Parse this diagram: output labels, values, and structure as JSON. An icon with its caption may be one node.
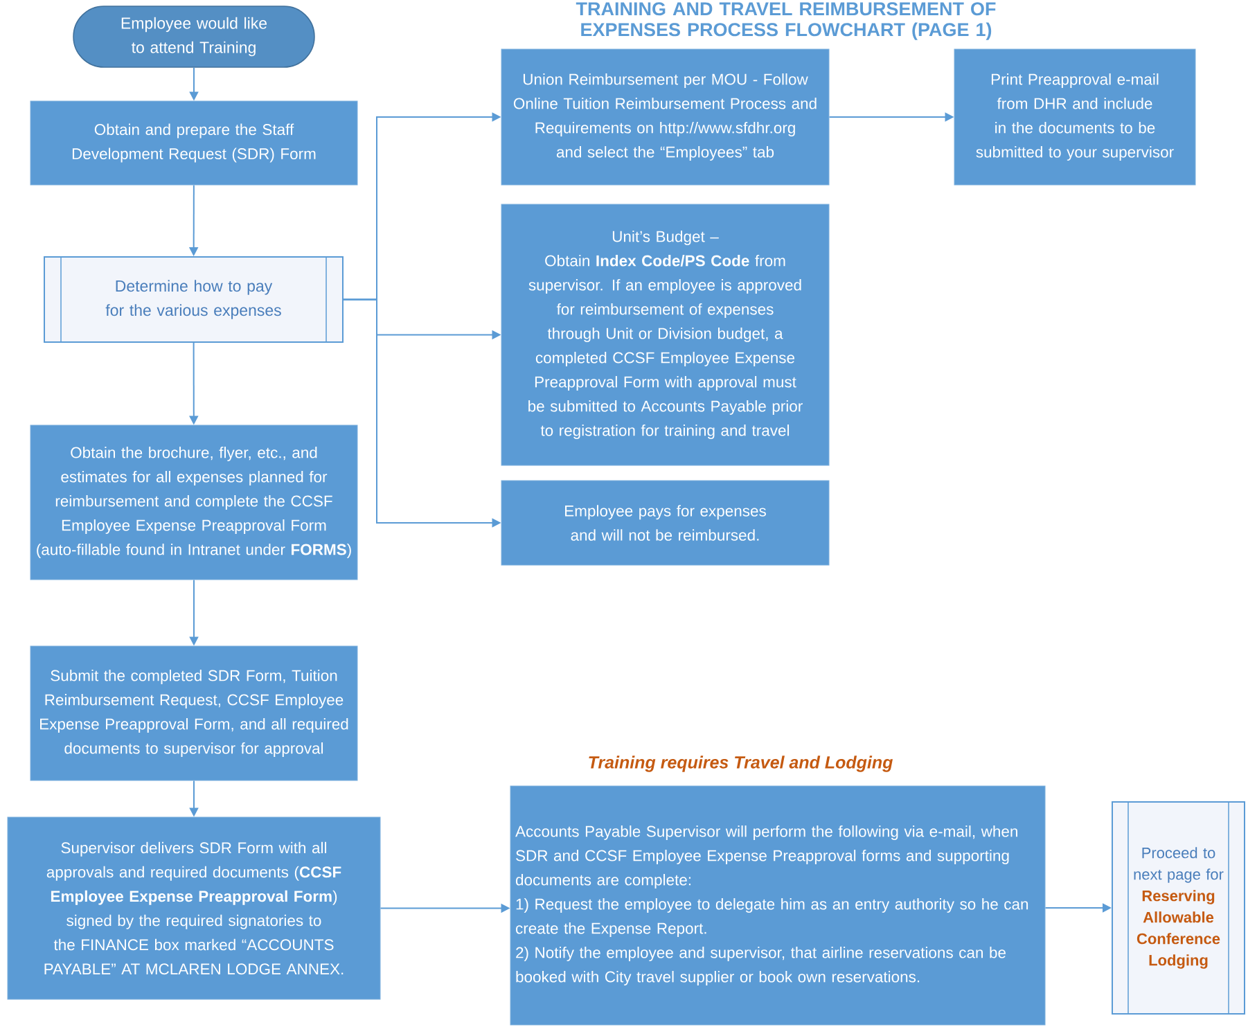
{
  "diagram": {
    "title": "TRAINING AND TRAVEL REIMBURSEMENT OF EXPENSES PROCESS FLOWCHART (PAGE 1)",
    "nodes": [
      {
        "text": [
          "Employee would like to attend Training"
        ]
      },
      {
        "text": [
          "Obtain and prepare the Staff Development Request (SDR) Form"
        ]
      },
      {
        "text": [
          "Determine how to pay for the various expenses"
        ]
      },
      {
        "text": [
          "Obtain the brochure, flyer, etc., and estimates for all expenses planned for reimbursement and complete the CCSF Employee Expense Preapproval Form (auto-fillable found in Intranet under **FORMS**)"
        ]
      },
      {
        "text": [
          "Submit the completed SDR Form, Tuition Reimbursement Request, CCSF Employee Expense Preapproval Form, and all required documents to supervisor for approval"
        ]
      },
      {
        "text": [
          "Supervisor delivers SDR Form with all approvals and required documents (**CCSF Employee Expense Preapproval Form**) signed by the required signatories to the FINANCE box marked “ACCOUNTS PAYABLE” AT MCLAREN LODGE ANNEX."
        ]
      },
      {
        "text": [
          "Union Reimbursement per MOU - Follow Online Tuition Reimbursement Process and Requirements on http://www.sfdhr.org and select the “Employees” tab"
        ]
      },
      {
        "text": [
          "Print Preapproval e-mail from DHR and include in the documents to be submitted to your supervisor"
        ]
      },
      {
        "text": [
          "Unit’s Budget –",
          "Obtain **Index Code/PS Code** from supervisor. If an employee is approved for reimbursement of expenses through Unit or Division budget, a completed CCSF Employee Expense Preapproval Form with approval must be submitted to Accounts Payable prior to registration for training and travel"
        ]
      },
      {
        "text": [
          "Employee pays for expenses and will not be reimbursed."
        ]
      },
      {
        "text": [
          "Accounts Payable Supervisor will perform the following via e-mail, when SDR and CCSF Employee Expense Preapproval forms and supporting documents are complete:",
          "1) Request the employee to delegate him as an entry authority so he can create the Expense Report.",
          "2) Notify the employee and supervisor, that airline reservations can be booked with City travel supplier or book own reservations."
        ]
      },
      {
        "text": [
          "Proceed to next page for",
          "Reserving Allowable Conference Lodging"
        ]
      }
    ],
    "edges": [
      {
        "from": 0,
        "to": 1,
        "arrow": "to"
      },
      {
        "from": 1,
        "to": 2,
        "arrow": "to"
      },
      {
        "from": 2,
        "to": 3,
        "arrow": "to"
      },
      {
        "from": 3,
        "to": 4,
        "arrow": "to"
      },
      {
        "from": 4,
        "to": 5,
        "arrow": "to"
      },
      {
        "from": 2,
        "to": 6,
        "arrow": "to"
      },
      {
        "from": 2,
        "to": 8,
        "arrow": "to"
      },
      {
        "from": 2,
        "to": 9,
        "arrow": "to"
      },
      {
        "from": 6,
        "to": 7,
        "arrow": "to"
      },
      {
        "from": 5,
        "to": 10,
        "arrow": "to"
      },
      {
        "from": 10,
        "to": 11,
        "arrow": "to"
      }
    ],
    "labels": [
      "Training requires Travel and Lodging"
    ]
  }
}
